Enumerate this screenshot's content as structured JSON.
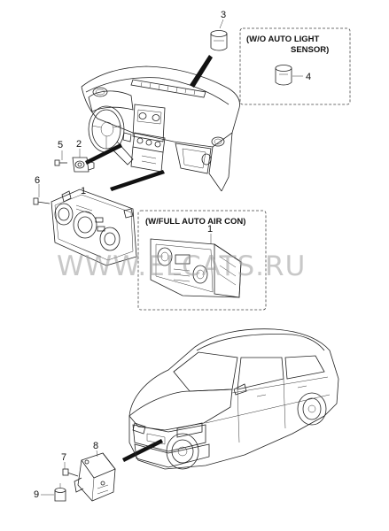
{
  "callouts": {
    "n1a": "1",
    "n1b": "1",
    "n2": "2",
    "n3": "3",
    "n4": "4",
    "n5": "5",
    "n6": "6",
    "n7": "7",
    "n8": "8",
    "n9": "9"
  },
  "boxes": {
    "light_sensor_line1": "(W/O AUTO LIGHT",
    "light_sensor_line2": "SENSOR)",
    "auto_aircon": "(W/FULL AUTO AIR CON)"
  },
  "watermark": "WWW.ELCATS.RU"
}
